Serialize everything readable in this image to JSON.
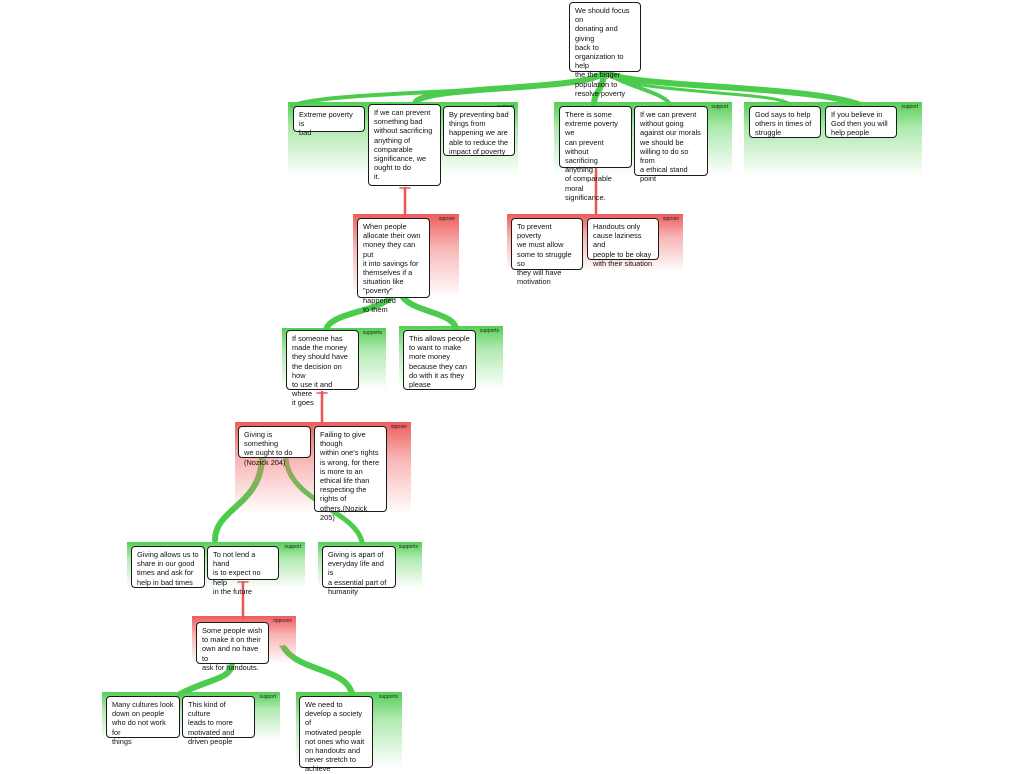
{
  "colors": {
    "support": "#4ccc4c",
    "oppose": "#ee5454",
    "box_border": "#1a1a1a"
  },
  "labels": {
    "support": "support",
    "supports": "supports",
    "oppose": "oppose",
    "opposes": "opposes"
  },
  "root": {
    "text": "We should focus on\ndonating and giving\nback to\norganization to help\nthe the bigger\npopulation to\nresolve poverty"
  },
  "groups": {
    "g1": {
      "label": "support",
      "boxes": [
        "Extreme poverty is\nbad",
        "If we can prevent\nsomething bad\nwithout sacrificing\nanything of\ncomparable\nsignificance, we\nought to do\nit.",
        "By preventing bad\nthings from\nhappening we are\nable to reduce the\nimpact of poverty"
      ]
    },
    "g2": {
      "label": "support",
      "boxes": [
        "There is some\nextreme poverty we\ncan prevent without\nsacrificing anything\nof comparable\nmoral significance.",
        "If we can prevent\nwithout going\nagainst our morals\nwe should be\nwilling to do so from\na ethical stand\npoint"
      ]
    },
    "g3": {
      "label": "support",
      "boxes": [
        "God says to help\nothers in times of\nstruggle",
        "If you believe in\nGod then you will\nhelp people"
      ]
    },
    "g4": {
      "label": "oppose",
      "boxes": [
        "When people\nallocate their own\nmoney they can put\nit into savings for\nthemselves if a\nsituation like\n\"poverty\" happened\nto them"
      ]
    },
    "g5": {
      "label": "oppose",
      "boxes": [
        "To prevent poverty\nwe must allow\nsome to struggle so\nthey will have\nmotivation",
        "Handouts only\ncause laziness and\npeople to be okay\nwith their situation"
      ]
    },
    "g6": {
      "label": "supports",
      "boxes": [
        "If someone has\nmade the money\nthey should have\nthe decision on how\nto use it and where\nit goes"
      ]
    },
    "g7": {
      "label": "supports",
      "boxes": [
        "This allows people\nto want to make\nmore money\nbecause they can\ndo with it as they\nplease"
      ]
    },
    "g8": {
      "label": "oppose",
      "boxes": [
        "Giving is something\nwe ought to do\n(Nozick 204)",
        "Failing to give\nthough\nwithin one's rights\nis wrong, for there\nis more to an\nethical life than\nrespecting the\nrights of\nothers.(Nozick 205)"
      ]
    },
    "g9": {
      "label": "support",
      "boxes": [
        "Giving allows us to\nshare in our good\ntimes and ask for\nhelp in bad times",
        "To not lend a hand\nis to expect no help\nin the future"
      ]
    },
    "g10": {
      "label": "supports",
      "boxes": [
        "Giving is apart of\neveryday life and is\na essential part of\nhumanity"
      ]
    },
    "g11": {
      "label": "opposes",
      "boxes": [
        "Some people wish\nto make it on their\nown and no have to\nask for handouts."
      ]
    },
    "g12": {
      "label": "support",
      "boxes": [
        "Many cultures look\ndown on people\nwho do not work for\nthings",
        "This kind of culture\nleads to more\nmotivated and\ndriven people"
      ]
    },
    "g13": {
      "label": "supports",
      "boxes": [
        "We need to\ndevelop a society of\nmotivated people\nnot ones who wait\non handouts and\nnever stretch to\nachieve"
      ]
    }
  }
}
